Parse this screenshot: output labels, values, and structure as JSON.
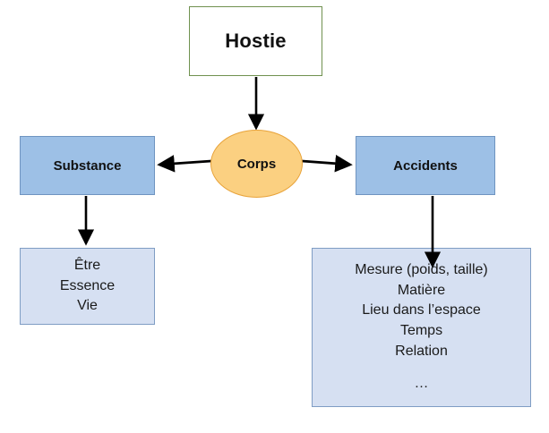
{
  "diagram": {
    "title_node": {
      "label": "Hostie"
    },
    "center_node": {
      "label": "Corps"
    },
    "branches": [
      {
        "label": "Substance"
      },
      {
        "label": "Accidents"
      }
    ],
    "substance_list": {
      "items": [
        "Être",
        "Essence",
        "Vie"
      ]
    },
    "accidents_list": {
      "items": [
        "Mesure (poids, taille)",
        "Matière",
        "Lieu dans l’espace",
        "Temps",
        "Relation",
        "…"
      ]
    },
    "edges": [
      {
        "from": "Hostie",
        "to": "Corps",
        "direction": "down"
      },
      {
        "from": "Corps",
        "to": "Substance",
        "direction": "left"
      },
      {
        "from": "Corps",
        "to": "Accidents",
        "direction": "right"
      },
      {
        "from": "Substance",
        "to": "Être Essence Vie",
        "direction": "down"
      },
      {
        "from": "Accidents",
        "to": "Mesure Matière Lieu Temps Relation",
        "direction": "down"
      }
    ],
    "colors": {
      "hostie_border": "#70914f",
      "hostie_fill": "#ffffff",
      "corps_fill": "#fbd081",
      "corps_border": "#e8a33a",
      "branch_fill": "#9dc0e6",
      "branch_border": "#6f94c0",
      "leaf_fill": "#d6e0f2",
      "leaf_border": "#7f9dc4",
      "arrow": "#000000",
      "text": "#111111",
      "background": "#ffffff"
    }
  }
}
